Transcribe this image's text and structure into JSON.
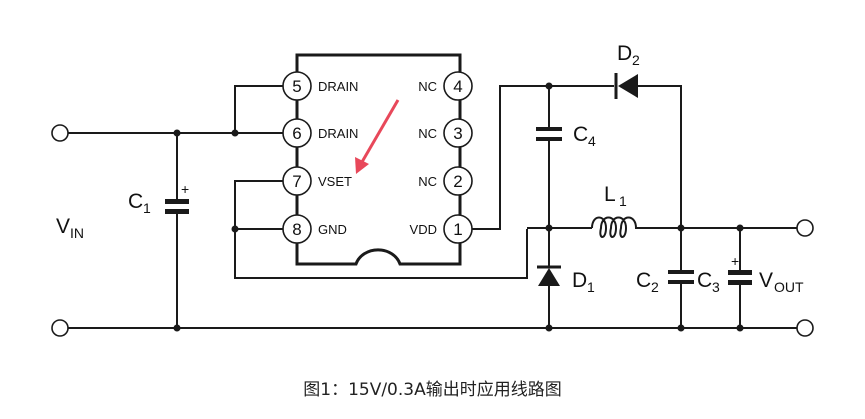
{
  "chip": {
    "pins": [
      {
        "num": "5",
        "name": "DRAIN"
      },
      {
        "num": "6",
        "name": "DRAIN"
      },
      {
        "num": "7",
        "name": "VSET"
      },
      {
        "num": "8",
        "name": "GND"
      },
      {
        "num": "4",
        "name": "NC"
      },
      {
        "num": "3",
        "name": "NC"
      },
      {
        "num": "2",
        "name": "NC"
      },
      {
        "num": "1",
        "name": "VDD"
      }
    ]
  },
  "labels": {
    "vin_main": "V",
    "vin_sub": "IN",
    "c1_main": "C",
    "c1_sub": "1",
    "c2_main": "C",
    "c2_sub": "2",
    "c3_main": "C",
    "c3_sub": "3",
    "c4_main": "C",
    "c4_sub": "4",
    "d1_main": "D",
    "d1_sub": "1",
    "d2_main": "D",
    "d2_sub": "2",
    "l1_main": "L",
    "l1_sub": "1",
    "vout_main": "V",
    "vout_sub": "OUT",
    "plus": "+"
  },
  "caption": "图1：15V/0.3A输出时应用线路图",
  "colors": {
    "arrow": "#e8485a",
    "line": "#1a1a1a"
  }
}
